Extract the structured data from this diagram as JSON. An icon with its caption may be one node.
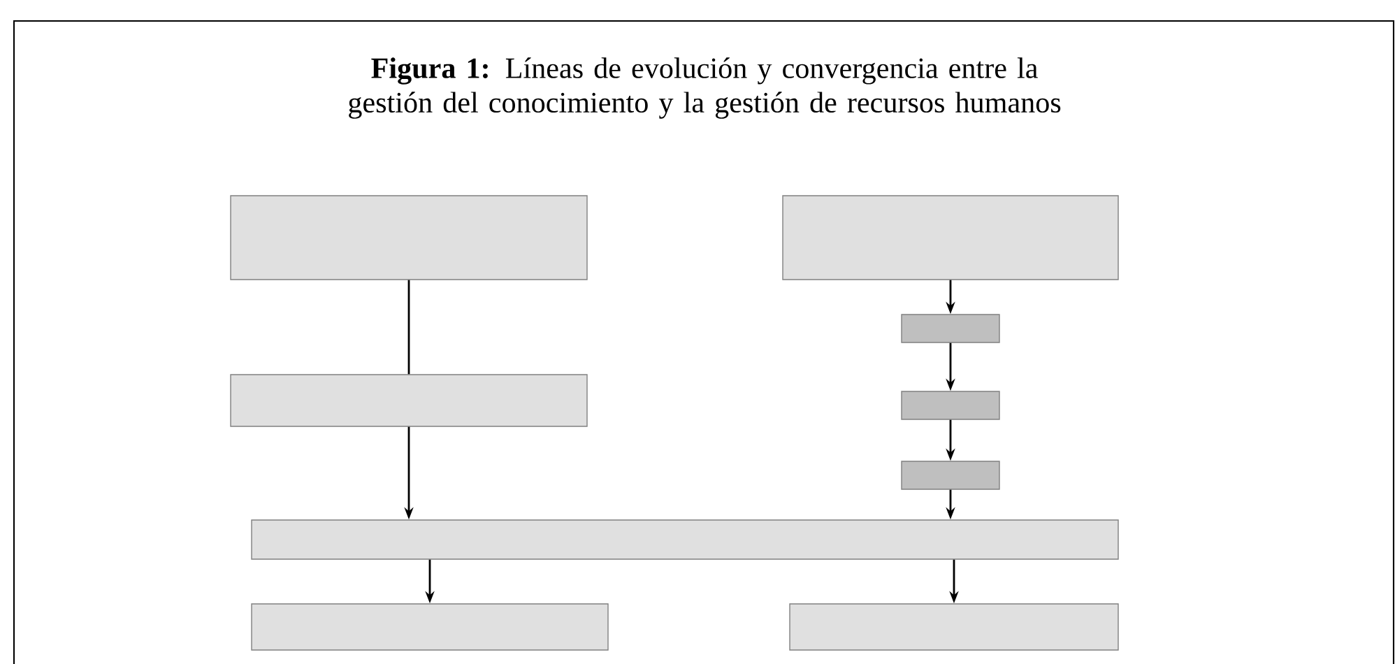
{
  "diagram": {
    "title": "**Figura 1:** Líneas de evolución y convergencia entre la gestión del conocimiento y la gestión de recursos humanos",
    "nodes": [
      {
        "text": [],
        "shape": "box"
      },
      {
        "text": [],
        "shape": "box"
      },
      {
        "text": [],
        "shape": "box"
      },
      {
        "text": [],
        "shape": "box"
      },
      {
        "text": [],
        "shape": "box"
      },
      {
        "text": [],
        "shape": "box"
      },
      {
        "text": [],
        "shape": "box"
      },
      {
        "text": [],
        "shape": "box"
      },
      {
        "text": [],
        "shape": "box"
      }
    ],
    "edges": [
      {
        "from": 0,
        "to": 2,
        "arrow": "none"
      },
      {
        "from": 2,
        "to": 6,
        "arrow": "to"
      },
      {
        "from": 1,
        "to": 3,
        "arrow": "to"
      },
      {
        "from": 3,
        "to": 4,
        "arrow": "to"
      },
      {
        "from": 4,
        "to": 5,
        "arrow": "to"
      },
      {
        "from": 5,
        "to": 6,
        "arrow": "to"
      },
      {
        "from": 6,
        "to": 7,
        "arrow": "to"
      },
      {
        "from": 6,
        "to": 8,
        "arrow": "to"
      }
    ]
  }
}
